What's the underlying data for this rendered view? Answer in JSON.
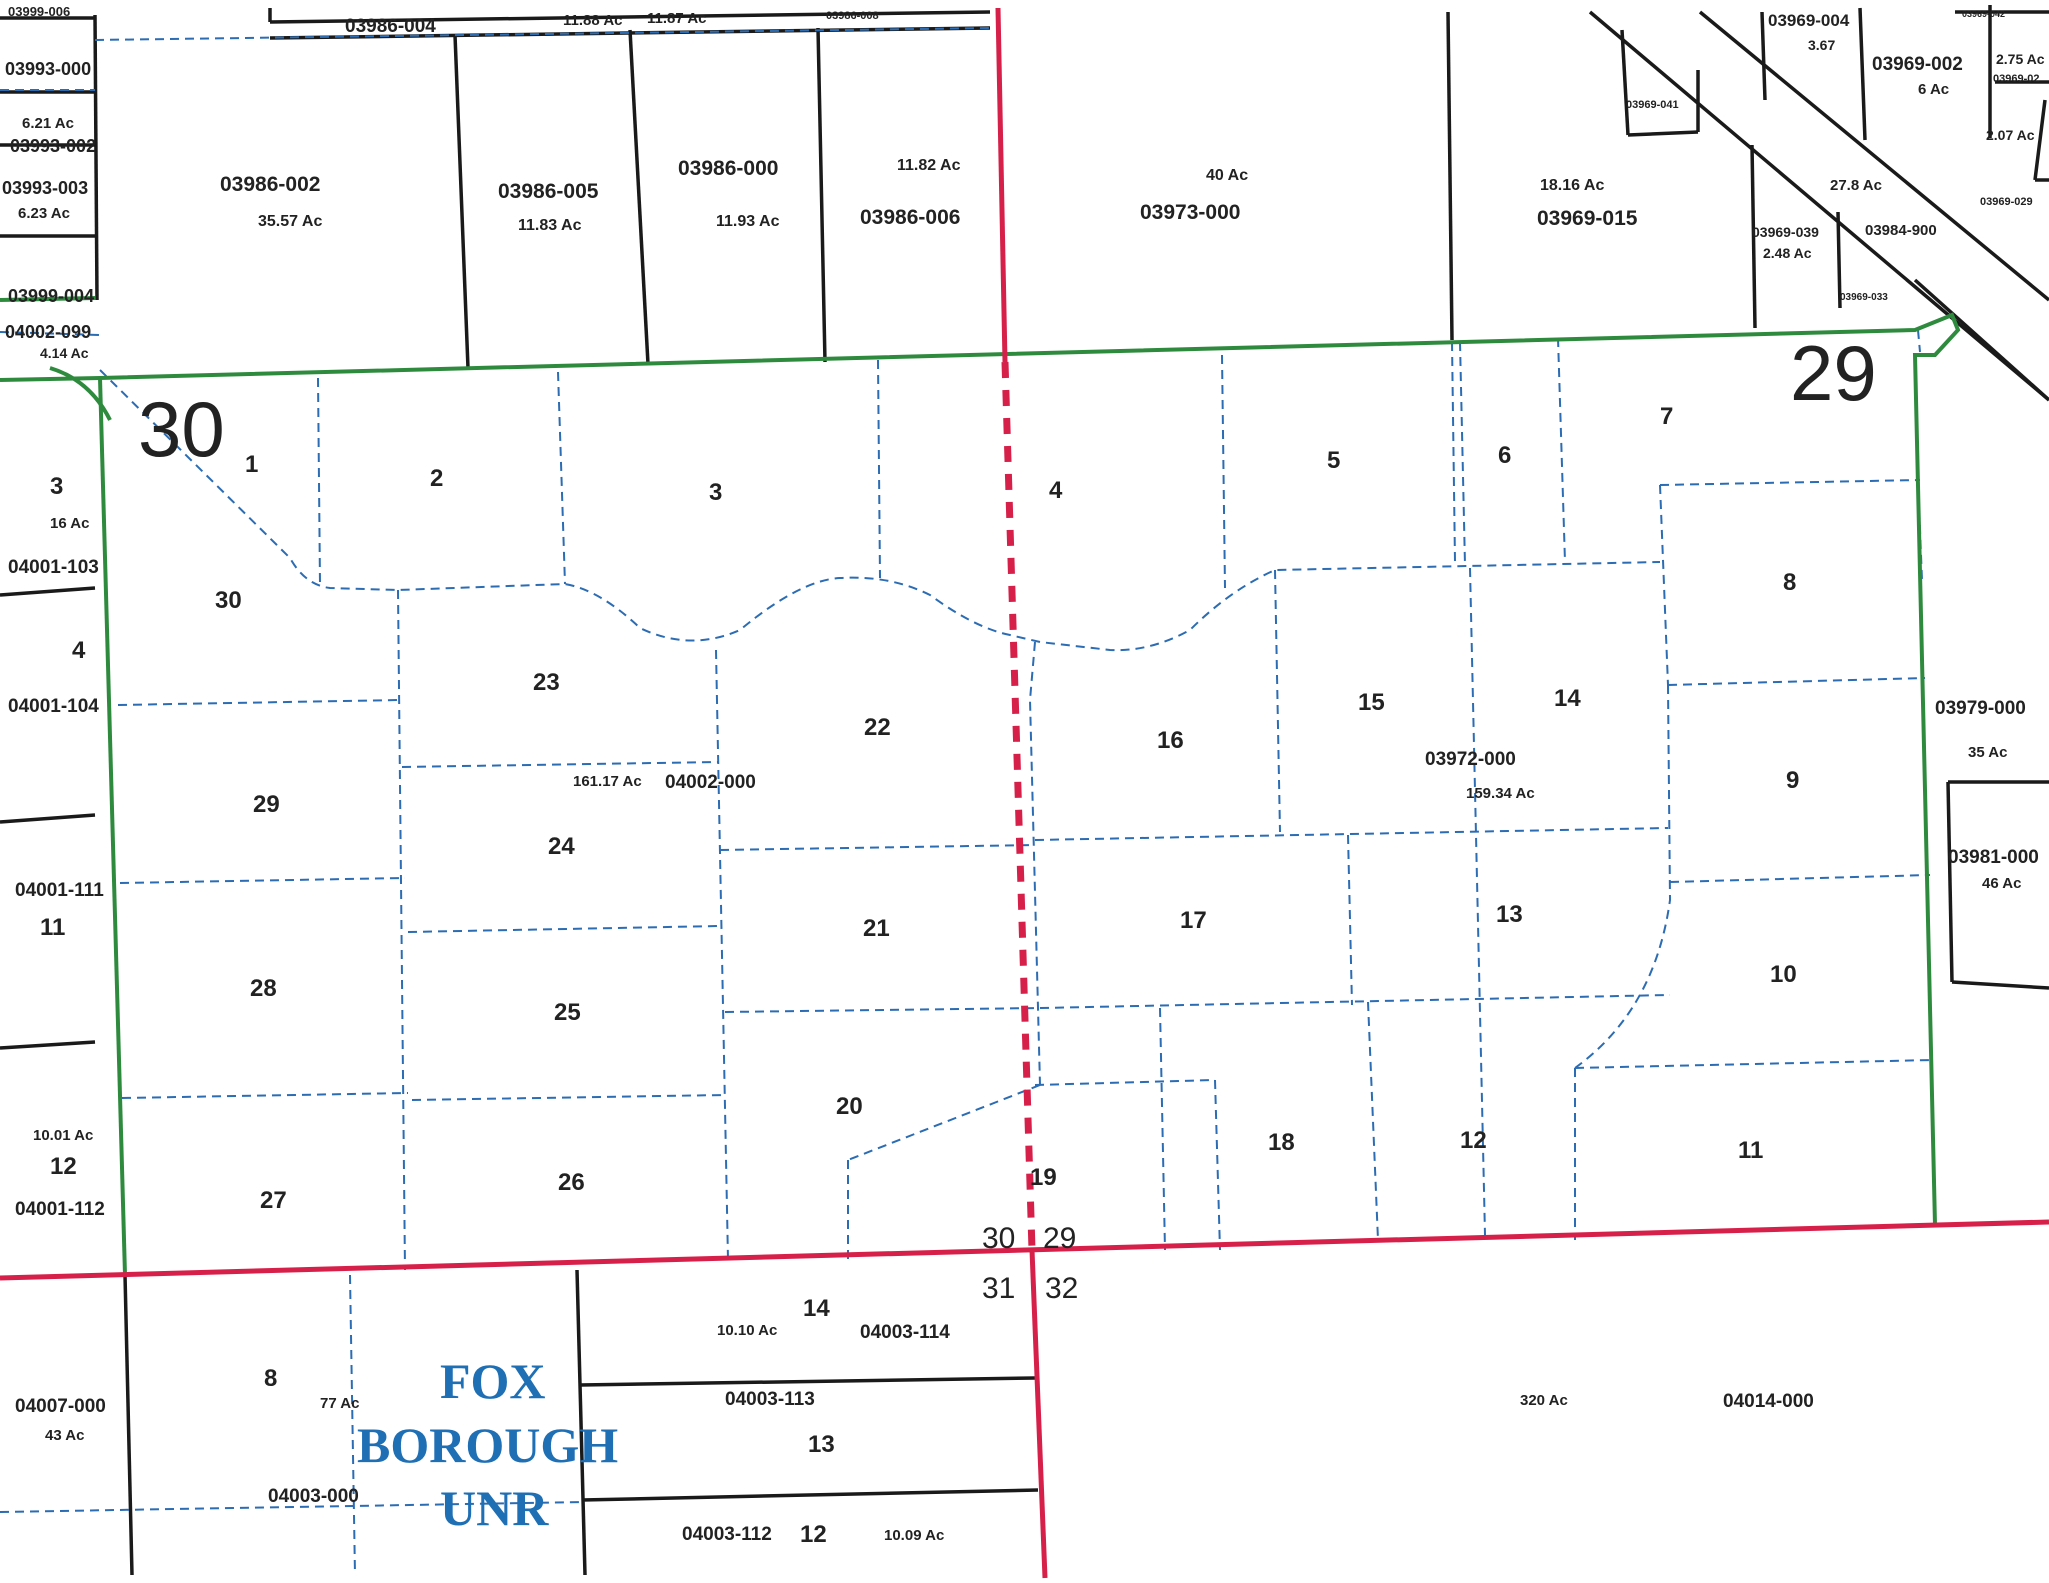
{
  "fox_label": [
    "FOX",
    "BOROUGH",
    "UNR"
  ],
  "section_numbers": {
    "sec_30_big": "30",
    "sec_29_big": "29",
    "corner_30": "30",
    "corner_29": "29",
    "corner_31": "31",
    "corner_32": "32"
  },
  "lots": [
    "1",
    "2",
    "3",
    "4",
    "5",
    "6",
    "7",
    "8",
    "9",
    "10",
    "11",
    "12",
    "13",
    "14",
    "15",
    "16",
    "17",
    "18",
    "19",
    "20",
    "21",
    "22",
    "23",
    "24",
    "25",
    "26",
    "27",
    "28",
    "29",
    "30"
  ],
  "parcels": {
    "p03999_006": "03999-006",
    "p03986_004": "03986-004",
    "a11_88": "11.88 Ac",
    "a11_87": "11.87 Ac",
    "p03986_008": "03986-008",
    "p03993_000": "03993-000",
    "a6_21": "6.21 Ac",
    "p03993_002": "03993-002",
    "p03993_003": "03993-003",
    "a6_23": "6.23 Ac",
    "p03986_002": "03986-002",
    "a35_57": "35.57 Ac",
    "p03986_005": "03986-005",
    "a11_83": "11.83 Ac",
    "p03986_000": "03986-000",
    "a11_93": "11.93 Ac",
    "a11_82": "11.82 Ac",
    "p03986_006": "03986-006",
    "a40": "40 Ac",
    "p03973_000": "03973-000",
    "a18_16": "18.16 Ac",
    "p03969_015": "03969-015",
    "p03969_041": "03969-041",
    "p03969_004": "03969-004",
    "a3_67": "3.67",
    "p03969_002": "03969-002",
    "a6": "6 Ac",
    "p03969_042": "03969-042",
    "a2_75": "2.75 Ac",
    "p03969_02x": "03969-02",
    "a2_07": "2.07 Ac",
    "a27_8": "27.8 Ac",
    "p03969_029": "03969-029",
    "p03969_039": "03969-039",
    "a2_48": "2.48 Ac",
    "p03984_900": "03984-900",
    "p03969_033": "03969-033",
    "p03999_004": "03999-004",
    "p04002_099": "04002-099",
    "a4_14": "4.14 Ac",
    "l3_west": "3",
    "a16": "16 Ac",
    "p04001_103": "04001-103",
    "l4_west": "4",
    "p04001_104": "04001-104",
    "p04001_111": "04001-111",
    "l11_west": "11",
    "a10_01": "10.01 Ac",
    "l12_west": "12",
    "p04001_112": "04001-112",
    "a161_17": "161.17 Ac",
    "p04002_000": "04002-000",
    "p03972_000": "03972-000",
    "a159_34": "159.34 Ac",
    "p03979_000": "03979-000",
    "a35": "35 Ac",
    "p03981_000": "03981-000",
    "a46": "46 Ac",
    "l8_south": "8",
    "a77": "77 Ac",
    "p04007_000": "04007-000",
    "a43": "43 Ac",
    "p04003_000": "04003-000",
    "l14_south": "14",
    "a10_10": "10.10 Ac",
    "p04003_114": "04003-114",
    "p04003_113": "04003-113",
    "l13_south": "13",
    "p04003_112": "04003-112",
    "l12_south": "12",
    "a10_09": "10.09 Ac",
    "a320": "320 Ac",
    "p04014_000": "04014-000"
  },
  "colors": {
    "section_line": "#d6204a",
    "subdivision_boundary": "#2e8b3e",
    "lot_line": "#2b6cb3",
    "parcel_line": "#1a1a1a",
    "fox_label": "#1f6fb5"
  }
}
